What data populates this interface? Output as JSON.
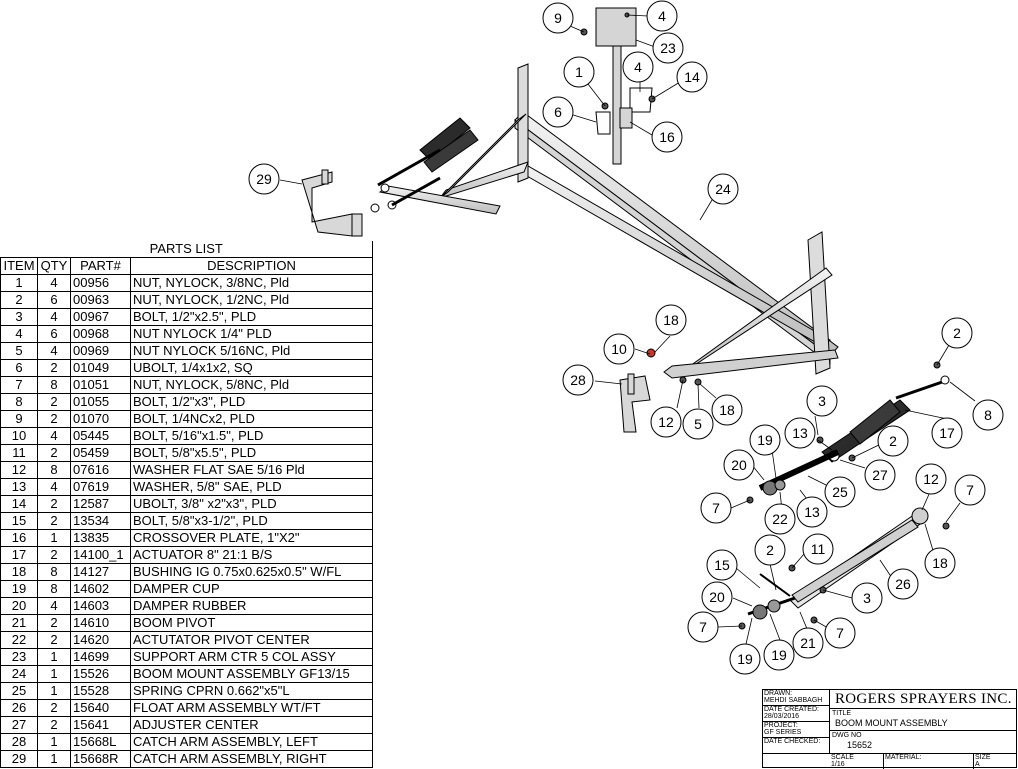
{
  "parts_list": {
    "title": "PARTS LIST",
    "headers": {
      "item": "ITEM",
      "qty": "QTY",
      "part": "PART#",
      "description": "DESCRIPTION"
    },
    "rows": [
      {
        "item": "1",
        "qty": "4",
        "part": "00956",
        "description": "NUT, NYLOCK, 3/8NC, Pld"
      },
      {
        "item": "2",
        "qty": "6",
        "part": "00963",
        "description": "NUT, NYLOCK, 1/2NC, Pld"
      },
      {
        "item": "3",
        "qty": "4",
        "part": "00967",
        "description": "BOLT, 1/2\"x2.5\", PLD"
      },
      {
        "item": "4",
        "qty": "6",
        "part": "00968",
        "description": "NUT NYLOCK 1/4\" PLD"
      },
      {
        "item": "5",
        "qty": "4",
        "part": "00969",
        "description": "NUT NYLOCK 5/16NC, Pld"
      },
      {
        "item": "6",
        "qty": "2",
        "part": "01049",
        "description": "UBOLT, 1/4x1x2, SQ"
      },
      {
        "item": "7",
        "qty": "8",
        "part": "01051",
        "description": "NUT, NYLOCK, 5/8NC, Pld"
      },
      {
        "item": "8",
        "qty": "2",
        "part": "01055",
        "description": "BOLT, 1/2\"x3\", PLD"
      },
      {
        "item": "9",
        "qty": "2",
        "part": "01070",
        "description": "BOLT, 1/4NCx2, PLD"
      },
      {
        "item": "10",
        "qty": "4",
        "part": "05445",
        "description": "BOLT, 5/16\"x1.5\", PLD"
      },
      {
        "item": "11",
        "qty": "2",
        "part": "05459",
        "description": "BOLT, 5/8\"x5.5\", PLD"
      },
      {
        "item": "12",
        "qty": "8",
        "part": "07616",
        "description": "WASHER FLAT SAE 5/16 Pld"
      },
      {
        "item": "13",
        "qty": "4",
        "part": "07619",
        "description": "WASHER, 5/8\" SAE, PLD"
      },
      {
        "item": "14",
        "qty": "2",
        "part": "12587",
        "description": "UBOLT, 3/8\" x2\"x3\", PLD"
      },
      {
        "item": "15",
        "qty": "2",
        "part": "13534",
        "description": "BOLT, 5/8\"x3-1/2\", PLD"
      },
      {
        "item": "16",
        "qty": "1",
        "part": "13835",
        "description": "CROSSOVER PLATE, 1\"X2\""
      },
      {
        "item": "17",
        "qty": "2",
        "part": "14100_1",
        "description": "ACTUATOR 8\" 21:1 B/S"
      },
      {
        "item": "18",
        "qty": "8",
        "part": "14127",
        "description": "BUSHING IG 0.75x0.625x0.5\" W/FL"
      },
      {
        "item": "19",
        "qty": "8",
        "part": "14602",
        "description": "DAMPER CUP"
      },
      {
        "item": "20",
        "qty": "4",
        "part": "14603",
        "description": "DAMPER RUBBER"
      },
      {
        "item": "21",
        "qty": "2",
        "part": "14610",
        "description": "BOOM PIVOT"
      },
      {
        "item": "22",
        "qty": "2",
        "part": "14620",
        "description": "ACTUTATOR PIVOT CENTER"
      },
      {
        "item": "23",
        "qty": "1",
        "part": "14699",
        "description": "SUPPORT ARM CTR 5 COL ASSY"
      },
      {
        "item": "24",
        "qty": "1",
        "part": "15526",
        "description": "BOOM MOUNT ASSEMBLY GF13/15"
      },
      {
        "item": "25",
        "qty": "1",
        "part": "15528",
        "description": "SPRING CPRN 0.662\"x5\"L"
      },
      {
        "item": "26",
        "qty": "2",
        "part": "15640",
        "description": "FLOAT ARM ASSEMBLY WT/FT"
      },
      {
        "item": "27",
        "qty": "2",
        "part": "15641",
        "description": "ADJUSTER CENTER"
      },
      {
        "item": "28",
        "qty": "1",
        "part": "15668L",
        "description": "CATCH ARM ASSEMBLY, LEFT"
      },
      {
        "item": "29",
        "qty": "1",
        "part": "15668R",
        "description": "CATCH ARM ASSEMBLY, RIGHT"
      }
    ]
  },
  "title_block": {
    "company": "ROGERS SPRAYERS INC.",
    "drawn_label": "DRAWN:",
    "drawn_by": "MEHDI SABBAGH",
    "date_created_label": "DATE CREATED:",
    "date_created": "28/03/2016",
    "project_label": "PROJECT:",
    "project": "GF SERIES",
    "date_checked_label": "DATE CHECKED:",
    "title_label": "TITLE",
    "title": "BOOM MOUNT ASSEMBLY",
    "dwg_no_label": "DWG NO",
    "dwg_no": "15652",
    "scale_label": "SCALE",
    "scale": "1/16",
    "material_label": "MATERIAL:",
    "size_label": "SIZE",
    "size": "A"
  },
  "balloons": [
    "9",
    "4",
    "23",
    "1",
    "4",
    "14",
    "6",
    "16",
    "24",
    "29",
    "18",
    "10",
    "28",
    "12",
    "5",
    "18",
    "2",
    "3",
    "8",
    "13",
    "19",
    "2",
    "17",
    "20",
    "27",
    "25",
    "7",
    "22",
    "13",
    "12",
    "7",
    "18",
    "2",
    "11",
    "15",
    "26",
    "3",
    "20",
    "7",
    "21",
    "7",
    "19",
    "19"
  ],
  "colors": {
    "line": "#000000",
    "part_fill": "#cfcfcf",
    "actuator_fill": "#2b2b2b",
    "highlight": "#c0392b"
  }
}
